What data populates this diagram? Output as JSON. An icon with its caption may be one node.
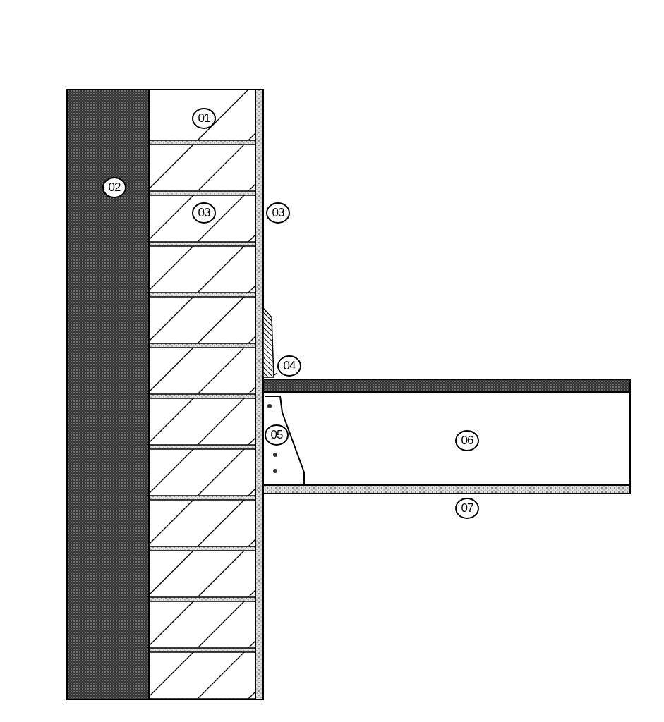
{
  "diagram": {
    "nodes": [
      {
        "text": [
          "01"
        ]
      },
      {
        "text": [
          "02"
        ]
      },
      {
        "text": [
          "03"
        ]
      },
      {
        "text": [
          "03"
        ]
      },
      {
        "text": [
          "04"
        ]
      },
      {
        "text": [
          "05"
        ]
      },
      {
        "text": [
          "06"
        ]
      },
      {
        "text": [
          "07"
        ]
      },
      {
        "text": [],
        "shape": "box"
      }
    ],
    "edges": [
      {
        "from": 4,
        "to": 8,
        "arrow": "none"
      }
    ]
  }
}
